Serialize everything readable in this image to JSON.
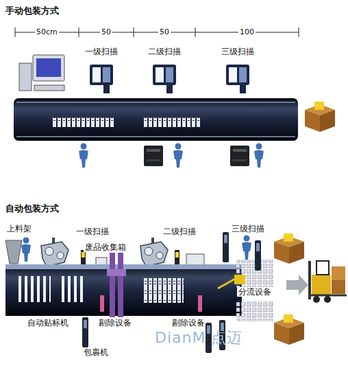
{
  "diagram": {
    "title": "手动包装方式",
    "labels": [
      "50cm",
      "50",
      "50",
      "100",
      "一级扫描",
      "二级扫描",
      "三级扫描",
      "自动包装方式",
      "上料架",
      "一级扫描",
      "废品收集箱",
      "二级扫描",
      "三级扫描",
      "分流设备",
      "自动贴标机",
      "剔除设备",
      "剔除设备",
      "包裹机",
      "DianM 点迈"
    ]
  }
}
